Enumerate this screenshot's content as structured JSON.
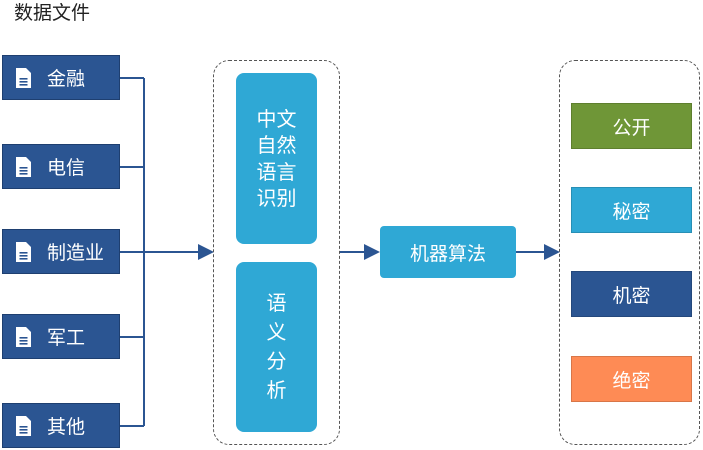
{
  "title": "数据文件",
  "sources": [
    {
      "label": "金融",
      "icon": "document-icon"
    },
    {
      "label": "电信",
      "icon": "document-icon"
    },
    {
      "label": "制造业",
      "icon": "document-icon"
    },
    {
      "label": "军工",
      "icon": "document-icon"
    },
    {
      "label": "其他",
      "icon": "document-icon"
    }
  ],
  "processing": [
    {
      "label": "中文自然语言识别"
    },
    {
      "label": "语义分析"
    }
  ],
  "algorithm": {
    "label": "机器算法"
  },
  "outputs": [
    {
      "label": "公开",
      "color": "#6f9637"
    },
    {
      "label": "秘密",
      "color": "#2fa8d5"
    },
    {
      "label": "机密",
      "color": "#2b5592"
    },
    {
      "label": "绝密",
      "color": "#fe8b55"
    }
  ],
  "colors": {
    "source_box": "#2b5592",
    "process_box": "#2fa8d5",
    "connector": "#2b5592"
  }
}
